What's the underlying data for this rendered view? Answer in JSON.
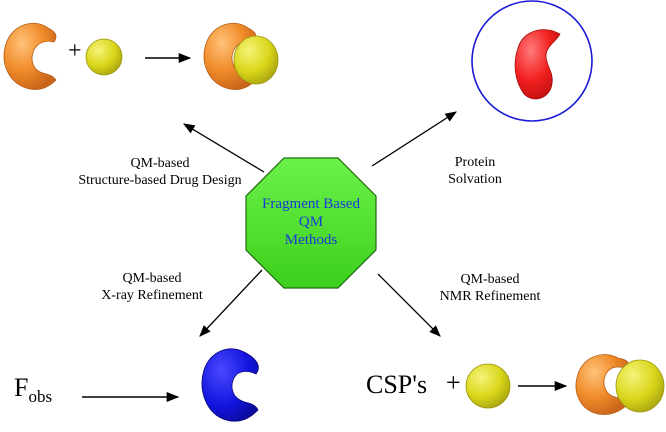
{
  "center": {
    "line1": "Fragment Based",
    "line2": "QM",
    "line3": "Methods",
    "fill": "#52e830",
    "text_color": "#1a3ad6"
  },
  "branches": {
    "top_left": {
      "line1": "QM-based",
      "line2": "Structure-based Drug Design"
    },
    "top_right": {
      "line1": "Protein",
      "line2": "Solvation"
    },
    "bottom_left": {
      "line1": "QM-based",
      "line2": "X-ray Refinement"
    },
    "bottom_right": {
      "line1": "QM-based",
      "line2": "NMR Refinement"
    }
  },
  "panels": {
    "drug_design": {
      "plus": "+"
    },
    "xray": {
      "symbol_main": "F",
      "symbol_sub": "obs"
    },
    "nmr": {
      "lhs": "CSP's",
      "plus": "+"
    }
  },
  "colors": {
    "protein_orange": "#f08c2a",
    "ligand_yellow": "#d9d61a",
    "solute_red": "#f22020",
    "solvent_circle": "#1a1ad6",
    "density_blue": "#1414e0"
  }
}
